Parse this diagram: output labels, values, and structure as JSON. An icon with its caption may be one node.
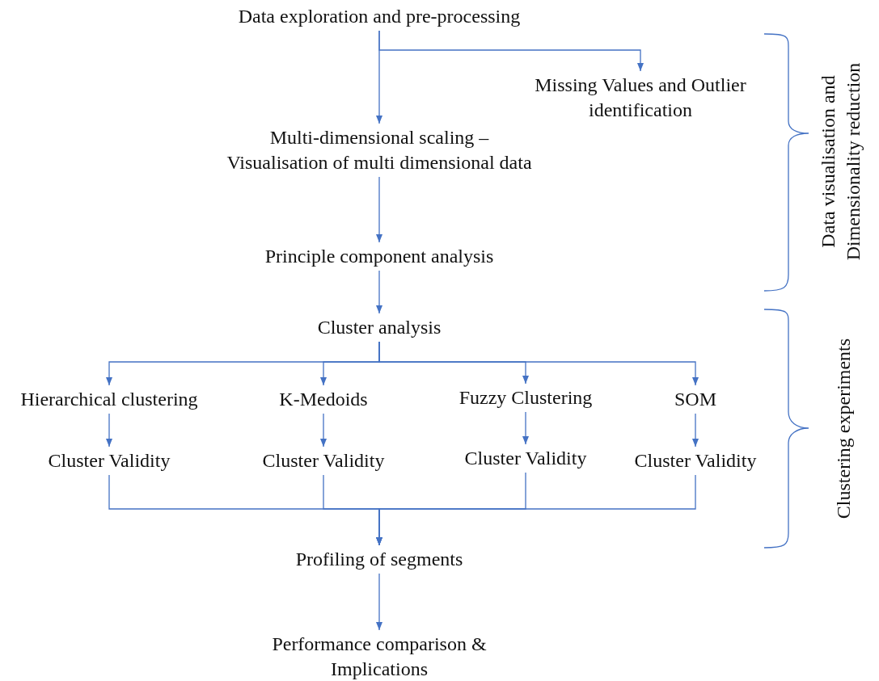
{
  "diagram": {
    "nodes": [
      {
        "text": [
          "Data exploration and pre-processing"
        ]
      },
      {
        "text": [
          "Missing Values and Outlier identification"
        ]
      },
      {
        "text": [
          "Multi-dimensional scaling – Visualisation of multi dimensional data"
        ]
      },
      {
        "text": [
          "Principle component analysis"
        ]
      },
      {
        "text": [
          "Cluster analysis"
        ]
      },
      {
        "text": [
          "Hierarchical clustering"
        ]
      },
      {
        "text": [
          "K-Medoids"
        ]
      },
      {
        "text": [
          "Fuzzy Clustering"
        ]
      },
      {
        "text": [
          "SOM"
        ]
      },
      {
        "text": [
          "Cluster Validity"
        ]
      },
      {
        "text": [
          "Cluster Validity"
        ]
      },
      {
        "text": [
          "Cluster Validity"
        ]
      },
      {
        "text": [
          "Cluster Validity"
        ]
      },
      {
        "text": [
          "Profiling of segments"
        ]
      },
      {
        "text": [
          "Performance comparison & Implications"
        ]
      }
    ],
    "edges": [
      {
        "from": 0,
        "to": 1,
        "arrow": "to"
      },
      {
        "from": 0,
        "to": 2,
        "arrow": "to"
      },
      {
        "from": 2,
        "to": 3,
        "arrow": "to"
      },
      {
        "from": 3,
        "to": 4,
        "arrow": "to"
      },
      {
        "from": 4,
        "to": 5,
        "arrow": "to"
      },
      {
        "from": 4,
        "to": 6,
        "arrow": "to"
      },
      {
        "from": 4,
        "to": 7,
        "arrow": "to"
      },
      {
        "from": 4,
        "to": 8,
        "arrow": "to"
      },
      {
        "from": 5,
        "to": 9,
        "arrow": "to"
      },
      {
        "from": 6,
        "to": 10,
        "arrow": "to"
      },
      {
        "from": 7,
        "to": 11,
        "arrow": "to"
      },
      {
        "from": 8,
        "to": 12,
        "arrow": "to"
      },
      {
        "from": 9,
        "to": 13,
        "arrow": "to"
      },
      {
        "from": 10,
        "to": 13,
        "arrow": "to"
      },
      {
        "from": 11,
        "to": 13,
        "arrow": "to"
      },
      {
        "from": 12,
        "to": 13,
        "arrow": "to"
      },
      {
        "from": 13,
        "to": 14,
        "arrow": "to"
      }
    ],
    "labels": [
      "Data visualisation and Dimensionality reduction",
      "Clustering experiments"
    ]
  }
}
